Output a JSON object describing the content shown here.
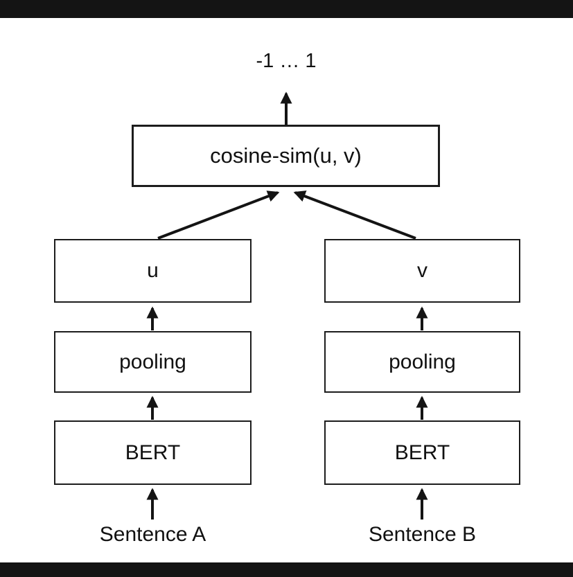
{
  "diagram": {
    "title": "sbert-cosine-similarity-architecture",
    "output_range": "-1 … 1",
    "cosine_label": "cosine-sim(u, v)",
    "left": {
      "embedding": "u",
      "pooling": "pooling",
      "encoder": "BERT",
      "input": "Sentence A"
    },
    "right": {
      "embedding": "v",
      "pooling": "pooling",
      "encoder": "BERT",
      "input": "Sentence B"
    },
    "colors": {
      "line": "#141414",
      "box_border": "#1c1c1c",
      "background": "#ffffff",
      "letterbox": "#141414"
    }
  }
}
